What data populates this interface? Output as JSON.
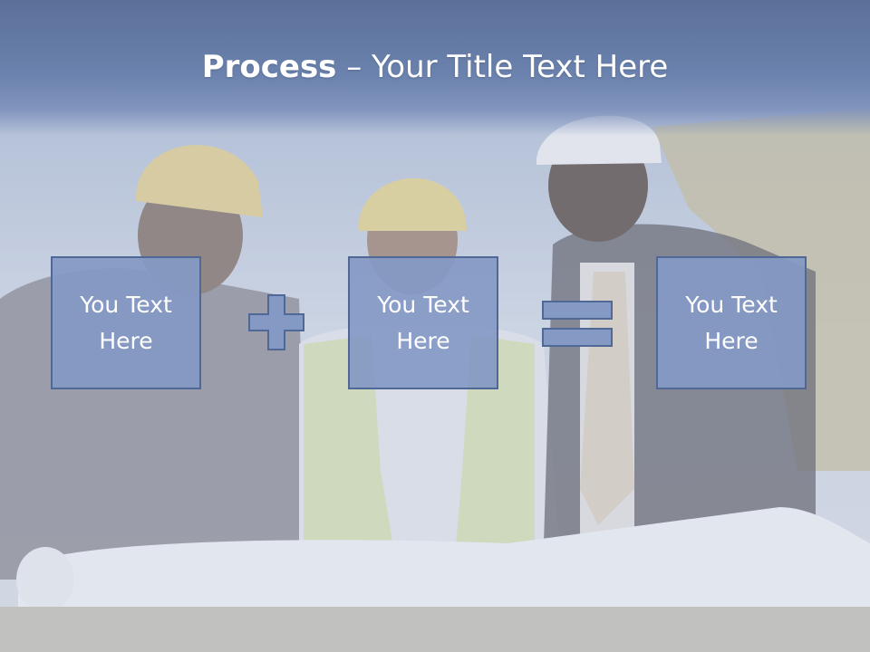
{
  "slide": {
    "title_bold": "Process",
    "title_rest": " – Your Title Text Here",
    "boxes": [
      {
        "label": "You Text Here"
      },
      {
        "label": "You Text Here"
      },
      {
        "label": "You Text Here"
      }
    ],
    "operators": [
      "plus",
      "equals"
    ]
  },
  "colors": {
    "header": "#5b7099",
    "box_fill": "#8499c4",
    "box_border": "#4f6896",
    "text": "#ffffff"
  }
}
